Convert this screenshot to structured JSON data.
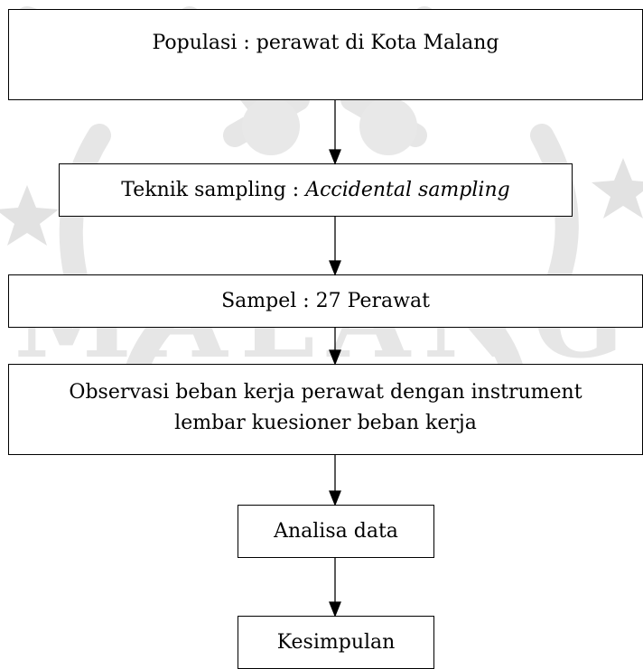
{
  "diagram": {
    "nodes": [
      {
        "id": "populasi",
        "label": "Populasi : perawat di Kota Malang"
      },
      {
        "id": "teknik",
        "label_prefix": "Teknik sampling : ",
        "label_em": "Accidental sampling"
      },
      {
        "id": "sampel",
        "label": "Sampel : 27 Perawat"
      },
      {
        "id": "observasi",
        "line1": "Observasi beban kerja perawat dengan instrument",
        "line2": "lembar kuesioner beban kerja"
      },
      {
        "id": "analisa",
        "label": "Analisa data"
      },
      {
        "id": "kesimpulan",
        "label": "Kesimpulan"
      }
    ],
    "edges": [
      {
        "from": "populasi",
        "to": "teknik"
      },
      {
        "from": "teknik",
        "to": "sampel"
      },
      {
        "from": "sampel",
        "to": "observasi"
      },
      {
        "from": "observasi",
        "to": "analisa"
      },
      {
        "from": "analisa",
        "to": "kesimpulan"
      }
    ],
    "colors": {
      "line": "#000000",
      "box_border": "#000000",
      "watermark": "#e4e4e4"
    }
  },
  "watermark": {
    "text": "MALANG",
    "emblem": "university-seal-icon"
  }
}
